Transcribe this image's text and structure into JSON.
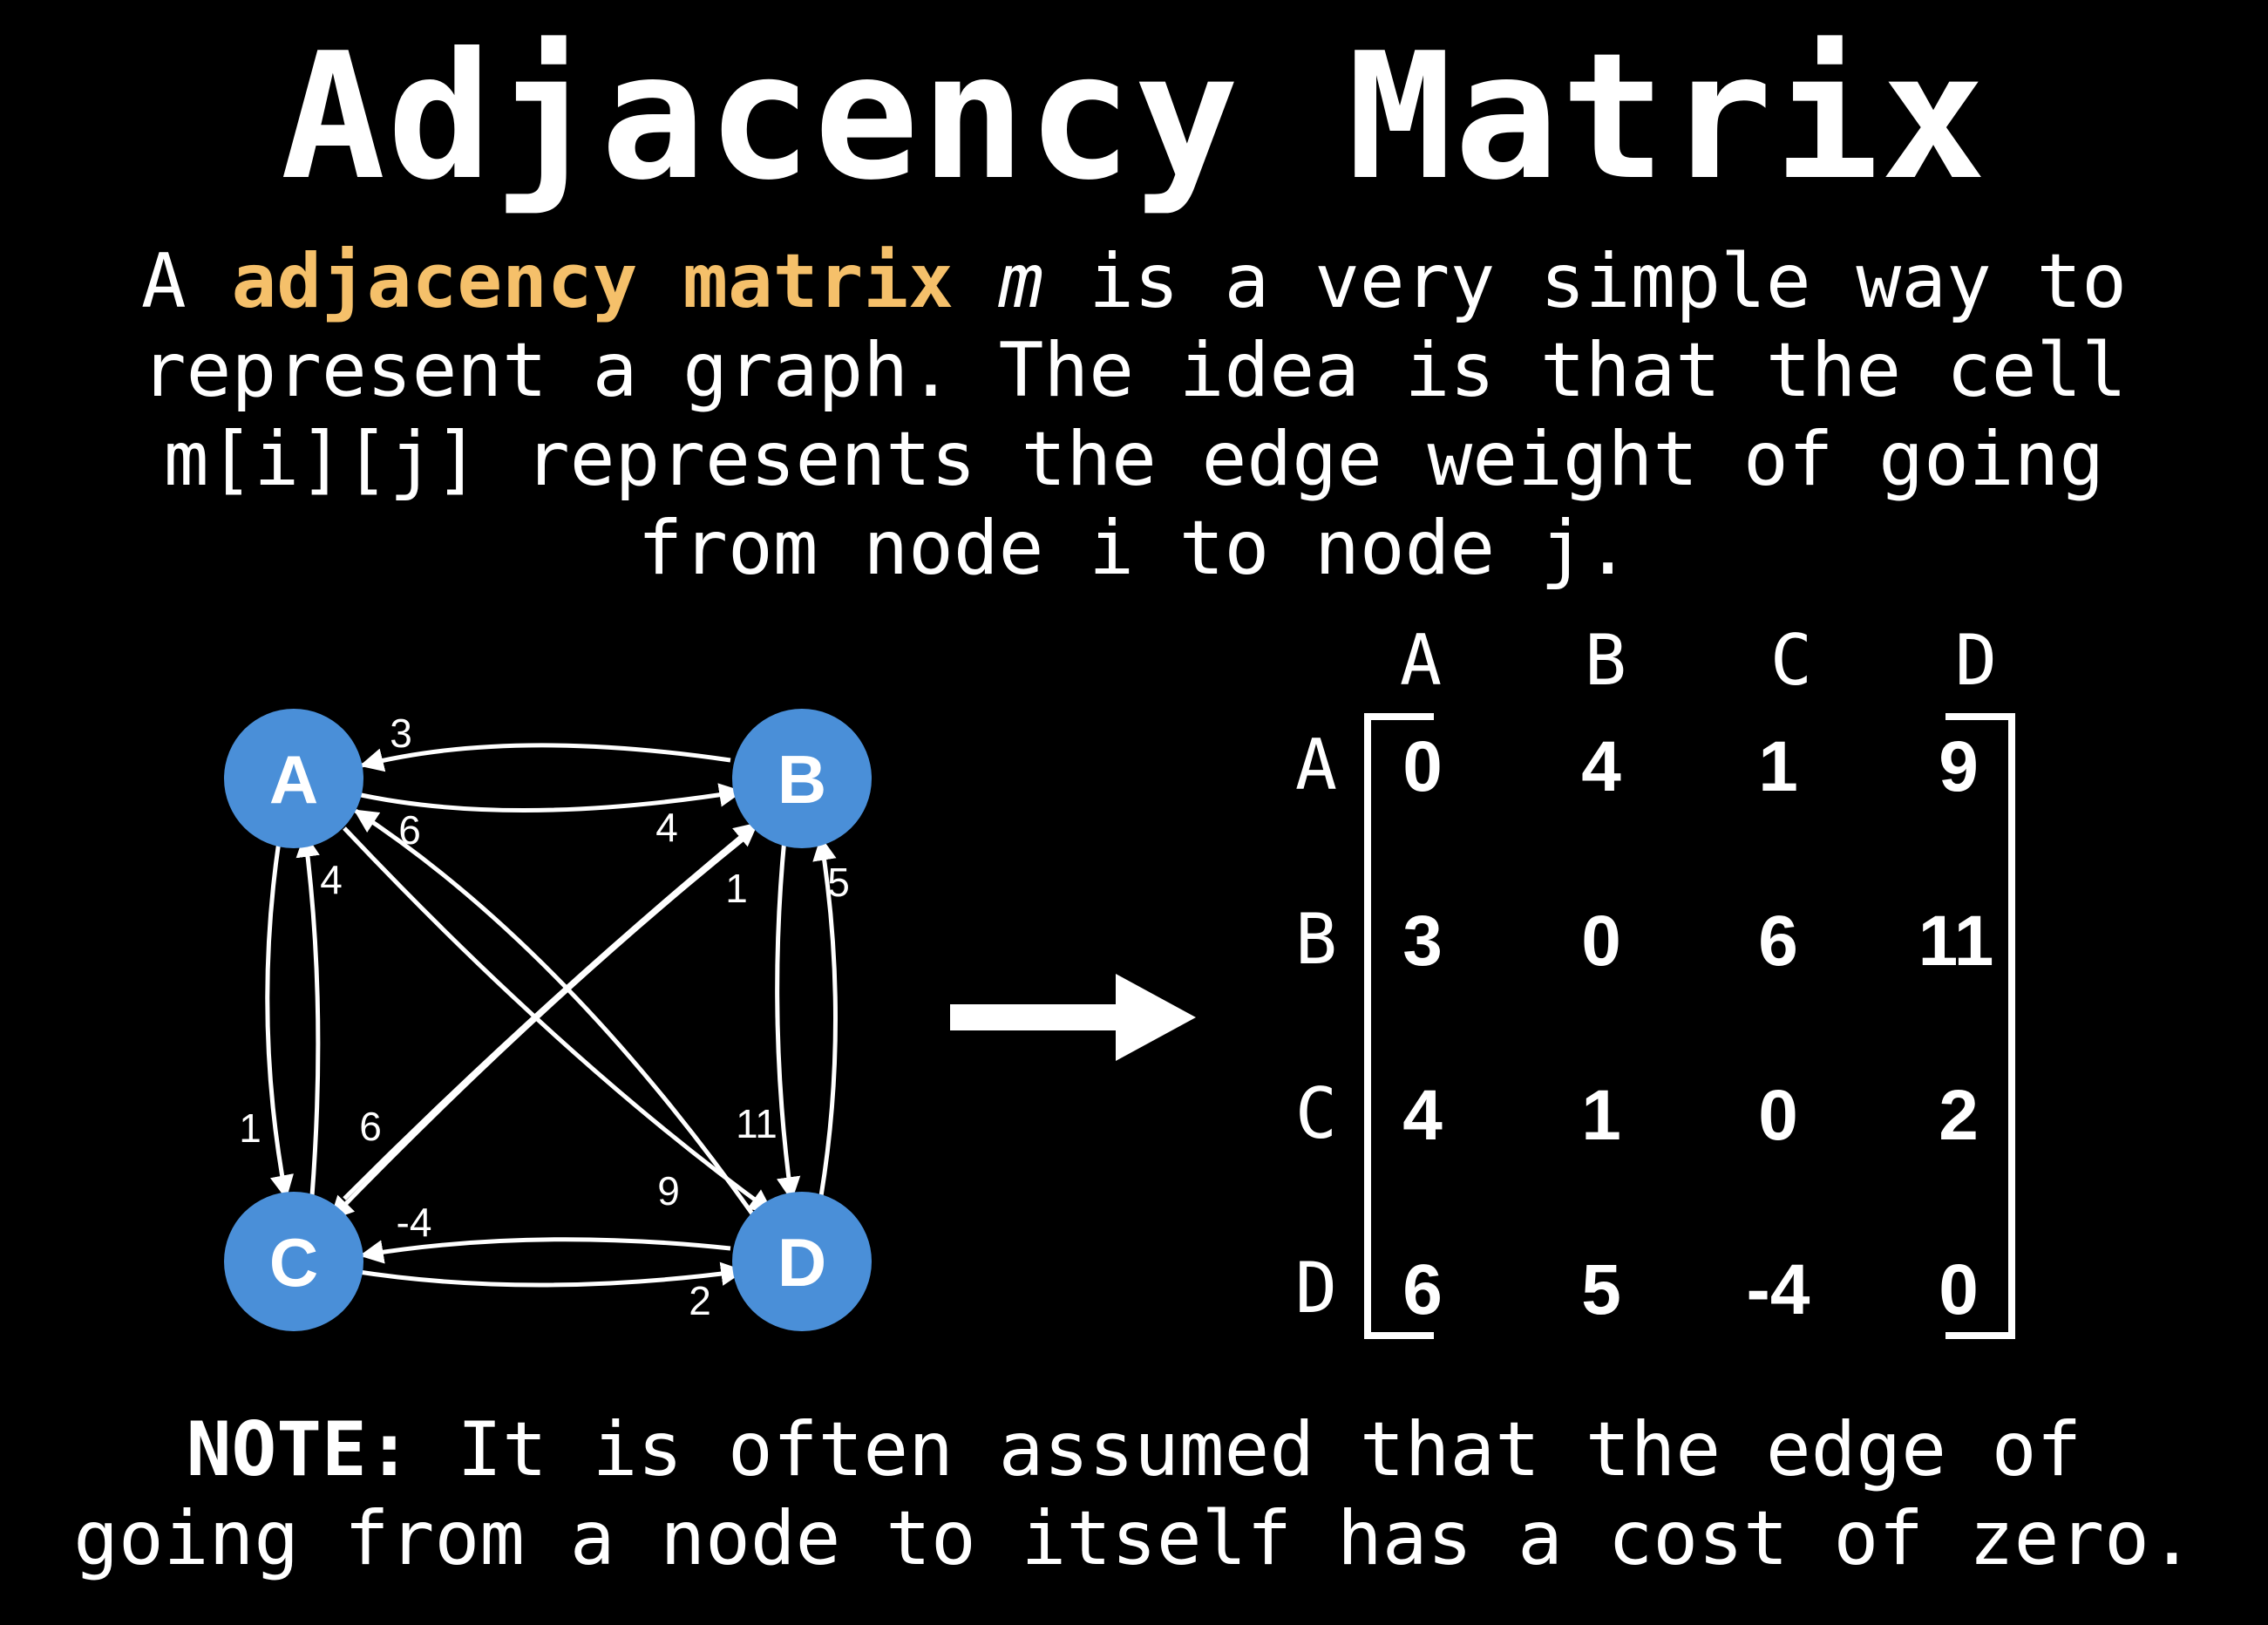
{
  "title": "Adjacency Matrix",
  "description": {
    "prefix": "A ",
    "highlight": "adjacency matrix",
    "space1": " ",
    "var": "m",
    "rest_line1": " is a very simple way to",
    "line2": "represent a graph. The idea is that the cell",
    "line3": "m[i][j] represents the edge weight of going",
    "line4": "from node i to node j."
  },
  "graph": {
    "nodes": [
      "A",
      "B",
      "C",
      "D"
    ],
    "edges": [
      {
        "from": "B",
        "to": "A",
        "label": "3"
      },
      {
        "from": "A",
        "to": "B",
        "label": "4"
      },
      {
        "from": "D",
        "to": "A",
        "label": "6"
      },
      {
        "from": "C",
        "to": "A",
        "label": "4"
      },
      {
        "from": "A",
        "to": "C",
        "label": "1"
      },
      {
        "from": "C",
        "to": "B",
        "label": "1"
      },
      {
        "from": "D",
        "to": "B",
        "label": "5"
      },
      {
        "from": "B",
        "to": "C",
        "label": "6"
      },
      {
        "from": "B",
        "to": "D",
        "label": "11"
      },
      {
        "from": "A",
        "to": "D",
        "label": "9"
      },
      {
        "from": "D",
        "to": "C",
        "label": "-4"
      },
      {
        "from": "C",
        "to": "D",
        "label": "2"
      }
    ]
  },
  "matrix": {
    "col_headers": [
      "A",
      "B",
      "C",
      "D"
    ],
    "row_headers": [
      "A",
      "B",
      "C",
      "D"
    ],
    "rows": [
      [
        "0",
        "4",
        "1",
        "9"
      ],
      [
        "3",
        "0",
        "6",
        "11"
      ],
      [
        "4",
        "1",
        "0",
        "2"
      ],
      [
        "6",
        "5",
        "-4",
        "0"
      ]
    ]
  },
  "note": {
    "bold": "NOTE:",
    "line1": " It is often assumed that the edge of",
    "line2": "going from a node to itself has a cost of zero."
  },
  "colors": {
    "background": "#000000",
    "text": "#ffffff",
    "highlight": "#f5c06a",
    "node_fill": "#4a8fd8"
  }
}
